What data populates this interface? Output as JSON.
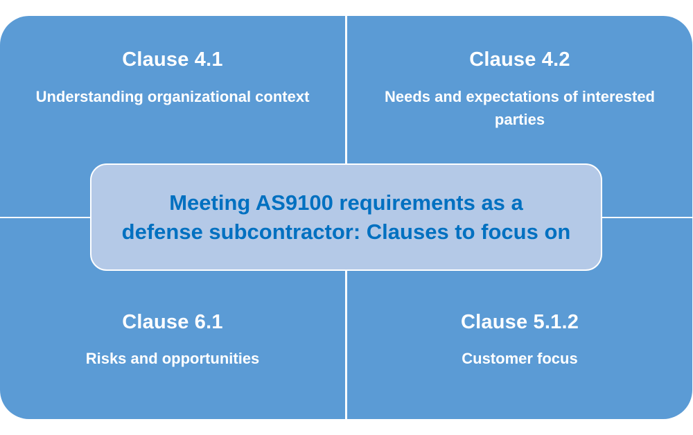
{
  "diagram": {
    "center": {
      "line1": "Meeting AS9100 requirements as a",
      "line2": "defense subcontractor: Clauses to focus on"
    },
    "quadrants": [
      {
        "position": "top-left",
        "title": "Clause 4.1",
        "subtitle": "Understanding organizational context"
      },
      {
        "position": "top-right",
        "title": "Clause 4.2",
        "subtitle": "Needs and expectations of interested parties"
      },
      {
        "position": "bottom-left",
        "title": "Clause 6.1",
        "subtitle": "Risks and opportunities"
      },
      {
        "position": "bottom-right",
        "title": "Clause 5.1.2",
        "subtitle": "Customer focus"
      }
    ],
    "colors": {
      "quadrant_fill": "#5B9BD5",
      "center_fill": "#B4C9E7",
      "center_text": "#0070C0",
      "quadrant_text": "#FFFFFF",
      "divider": "#FFFFFF"
    }
  }
}
